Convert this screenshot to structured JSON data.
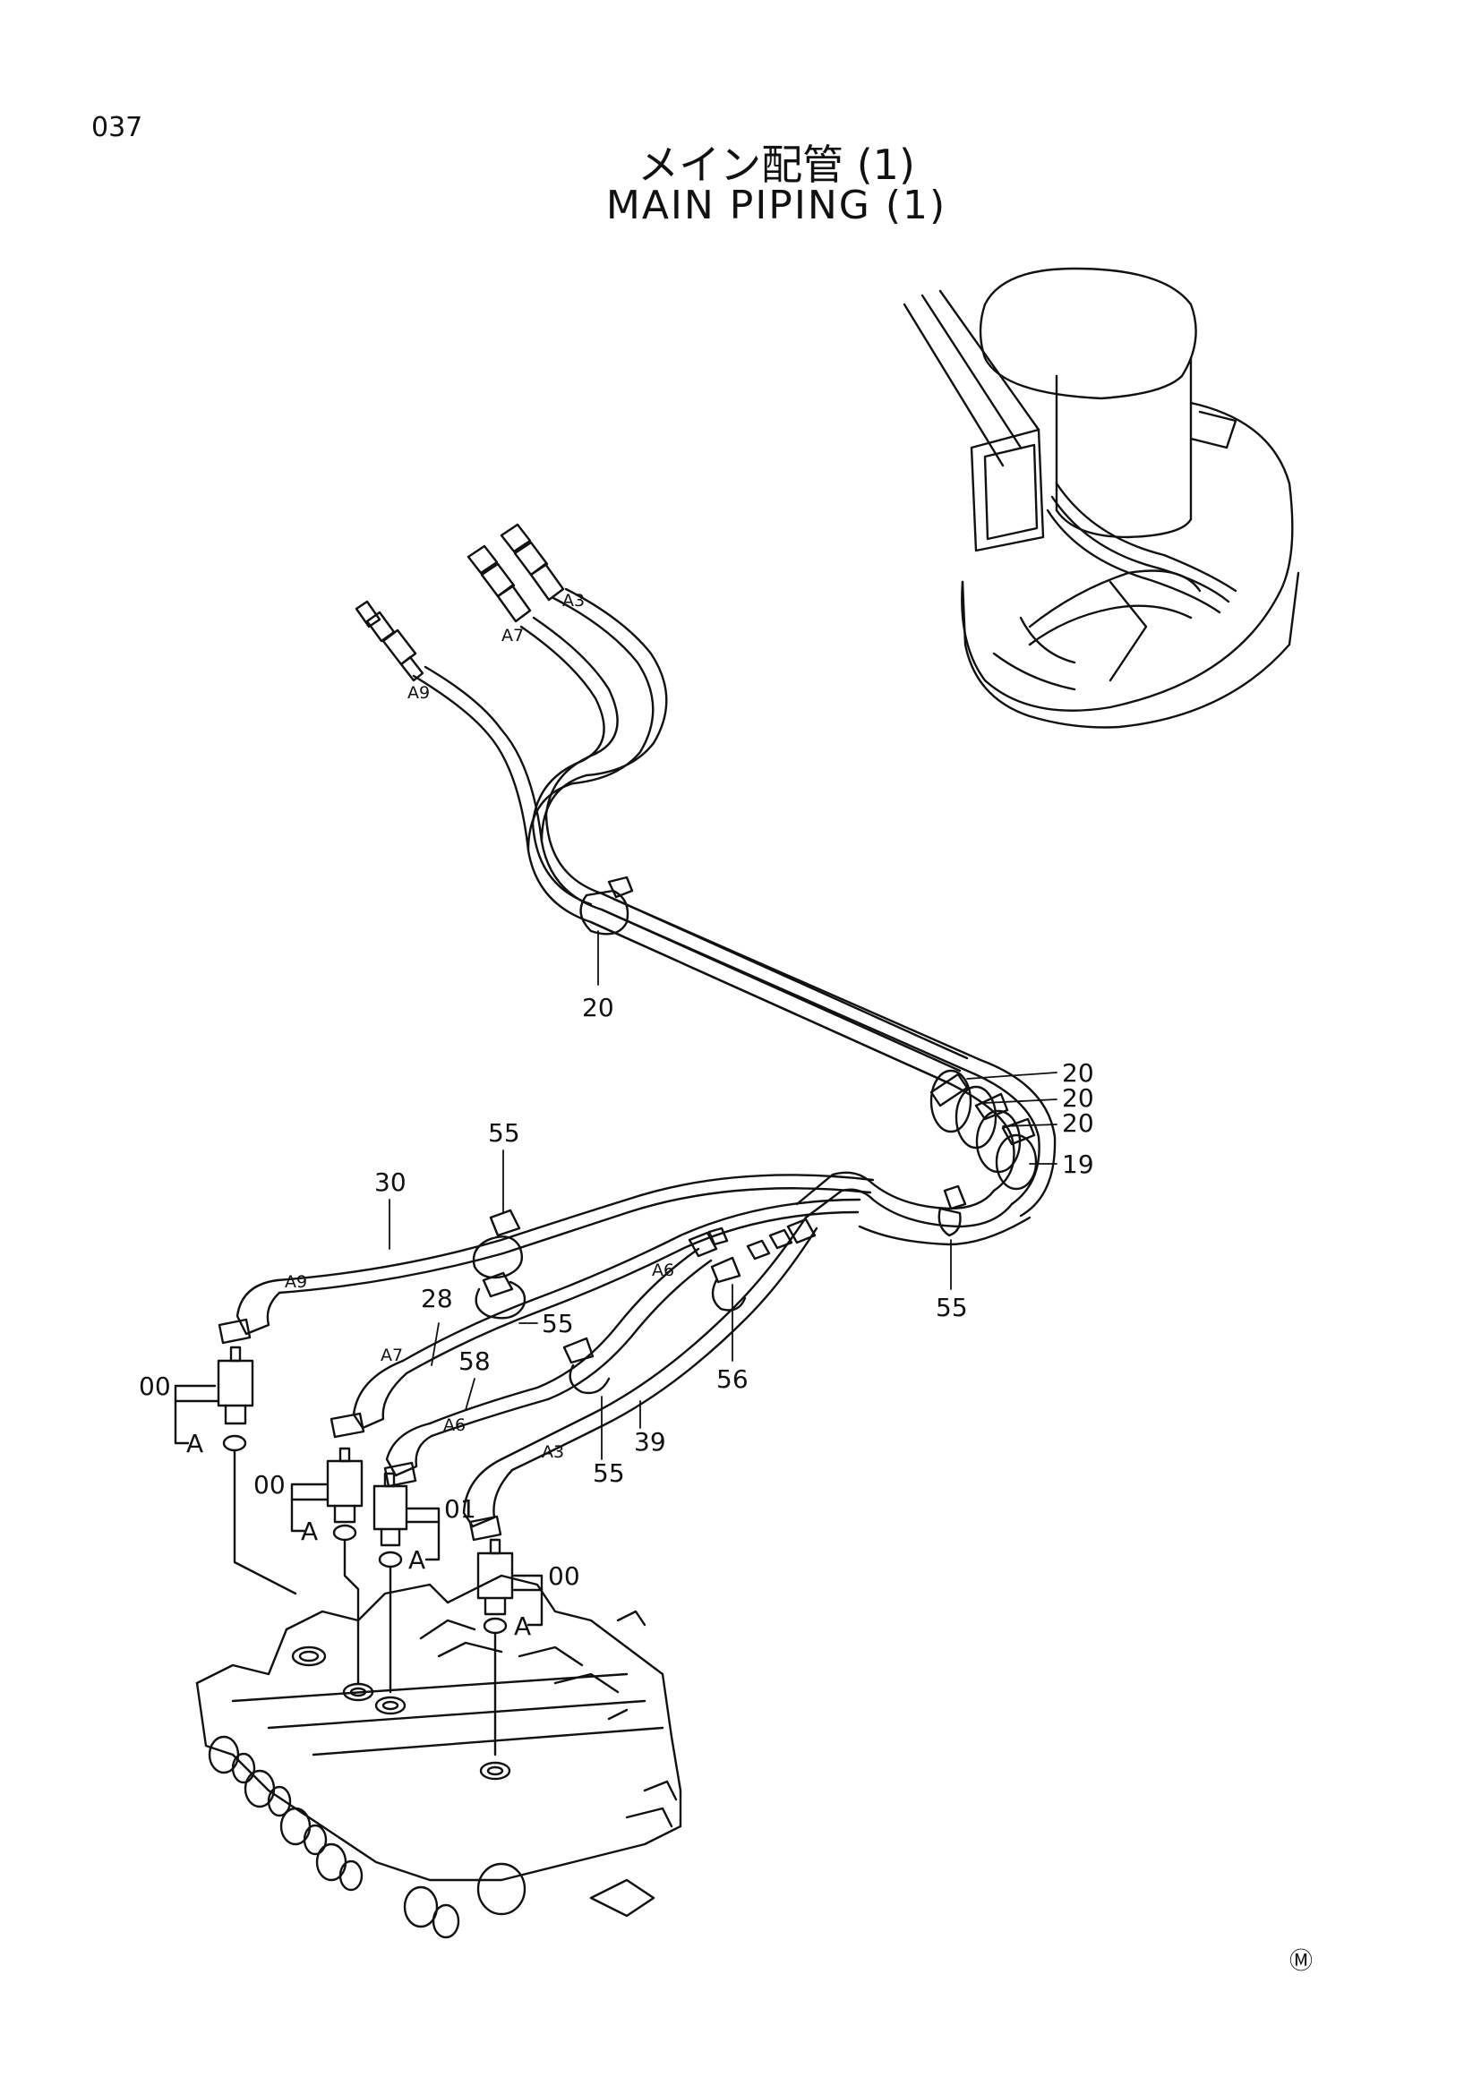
{
  "page": {
    "number": "037",
    "title_jp": "メイン配管 (1)",
    "title_en": "MAIN PIPING (1)",
    "mark": "Ⓜ"
  },
  "callouts": {
    "c20a": "20",
    "c20b": "20",
    "c20c": "20",
    "c20d": "20",
    "c19": "19",
    "c55a": "55",
    "c55b": "55",
    "c55c": "55",
    "c55d": "55",
    "c56": "56",
    "c30": "30",
    "c28": "28",
    "c58": "58",
    "c39": "39",
    "c00a": "00",
    "c00b": "00",
    "c00c": "00",
    "c01": "01",
    "cAa": "A",
    "cAb": "A",
    "cAc": "A",
    "cAd": "A"
  },
  "hose_labels": {
    "a3_top": "A3",
    "a7_top": "A7",
    "a9_top": "A9",
    "a9_bot": "A9",
    "a7_bot": "A7",
    "a6_bot": "A6",
    "a6_mid": "A6",
    "a3_bot": "A3"
  }
}
